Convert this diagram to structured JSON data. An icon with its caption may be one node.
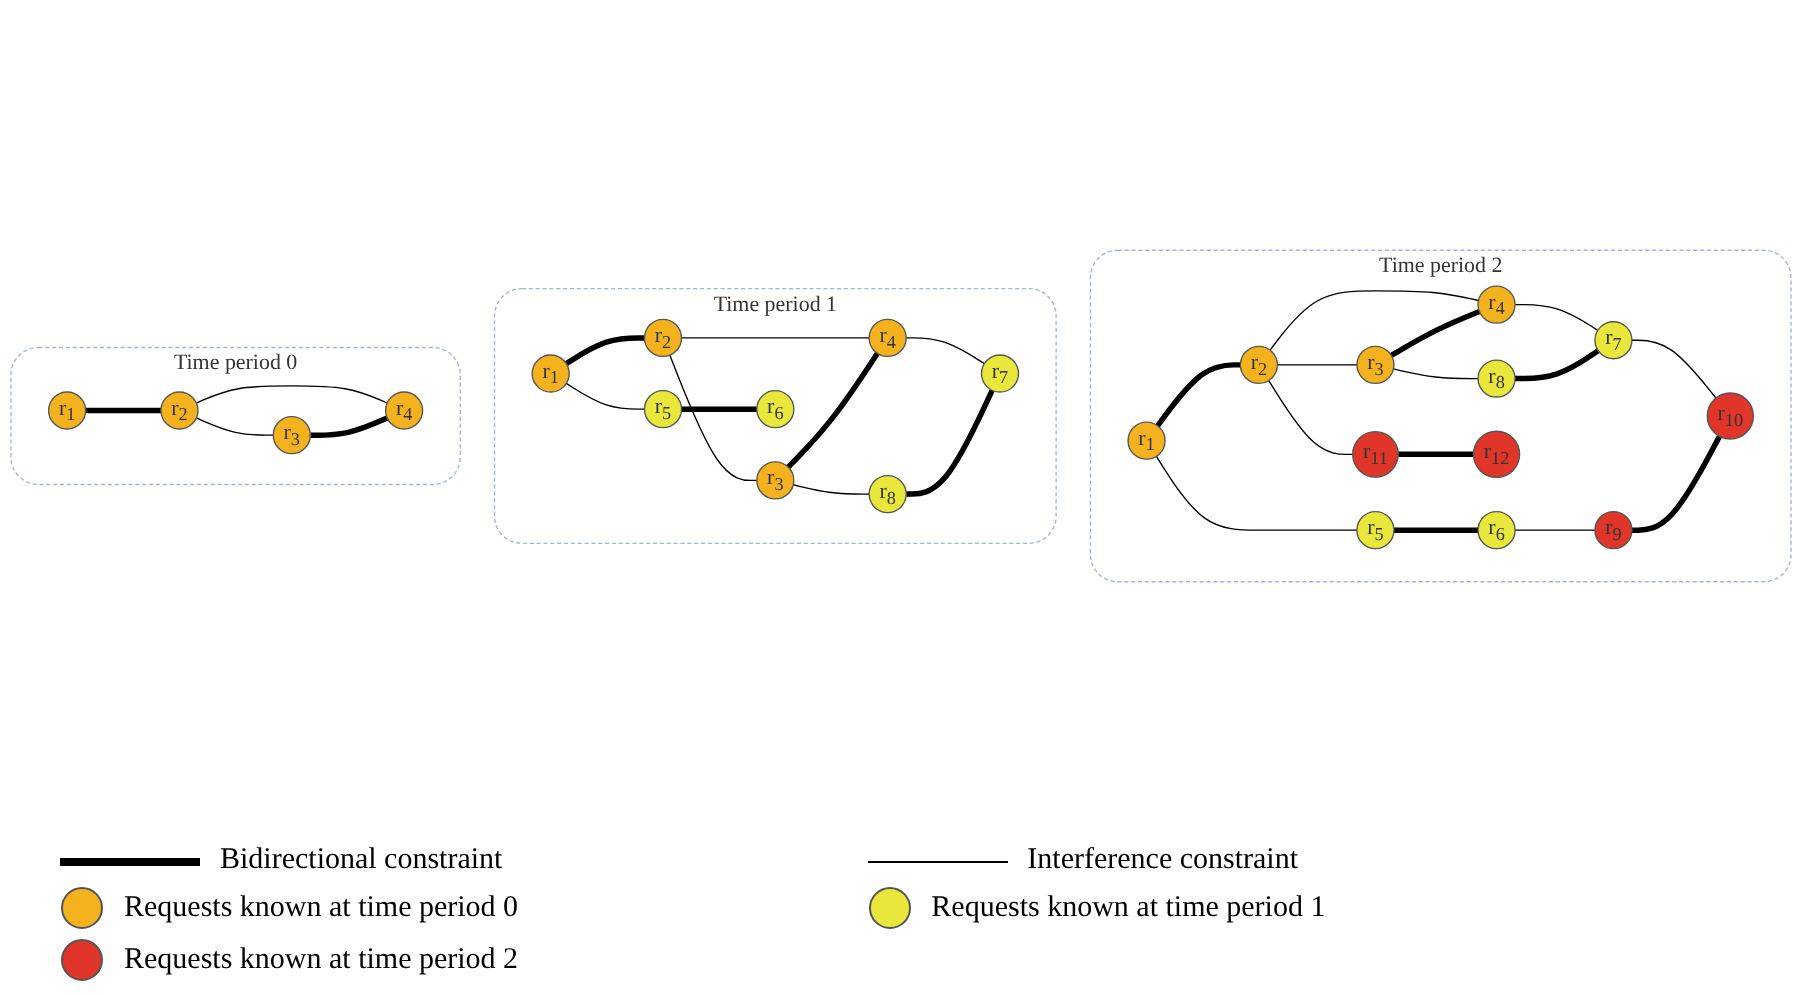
{
  "diagram": {
    "nodes": [
      {
        "text": [
          "Time period 0"
        ]
      },
      {
        "text": [
          "r$_{1}$"
        ],
        "in": 0
      },
      {
        "text": [
          "r$_{2}$"
        ],
        "in": 0
      },
      {
        "text": [
          "r$_{3}$"
        ],
        "in": 0
      },
      {
        "text": [
          "r$_{4}$"
        ],
        "in": 0
      },
      {
        "text": [
          "Time period 1"
        ]
      },
      {
        "text": [
          "r$_{1}$"
        ],
        "in": 5
      },
      {
        "text": [
          "r$_{2}$"
        ],
        "in": 5
      },
      {
        "text": [
          "r$_{3}$"
        ],
        "in": 5
      },
      {
        "text": [
          "r$_{4}$"
        ],
        "in": 5
      },
      {
        "text": [
          "r$_{5}$"
        ],
        "in": 5
      },
      {
        "text": [
          "r$_{6}$"
        ],
        "in": 5
      },
      {
        "text": [
          "r$_{8}$"
        ],
        "in": 5
      },
      {
        "text": [
          "r$_{7}$"
        ],
        "in": 5
      },
      {
        "text": [
          "Time period 2"
        ]
      },
      {
        "text": [
          "r$_{1}$"
        ],
        "in": 14
      },
      {
        "text": [
          "r$_{2}$"
        ],
        "in": 14
      },
      {
        "text": [
          "r$_{11}$"
        ],
        "in": 14
      },
      {
        "text": [
          "r$_{3}$"
        ],
        "in": 14
      },
      {
        "text": [
          "r$_{4}$"
        ],
        "in": 14
      },
      {
        "text": [
          "r$_{5}$"
        ],
        "in": 14
      },
      {
        "text": [
          "r$_{12}$"
        ],
        "in": 14
      },
      {
        "text": [
          "r$_{8}$"
        ],
        "in": 14
      },
      {
        "text": [
          "r$_{7}$"
        ],
        "in": 14
      },
      {
        "text": [
          "r$_{6}$"
        ],
        "in": 14
      },
      {
        "text": [
          "r$_{9}$"
        ],
        "in": 14
      },
      {
        "text": [
          "r$_{10}$"
        ],
        "in": 14
      }
    ],
    "edges": [
      {
        "from": 1,
        "to": 2,
        "arrow": "none",
        "style": "thick"
      },
      {
        "from": 2,
        "to": 3,
        "arrow": "none"
      },
      {
        "from": 2,
        "to": 4,
        "arrow": "none"
      },
      {
        "from": 3,
        "to": 4,
        "arrow": "none",
        "style": "thick"
      },
      {
        "from": 6,
        "to": 7,
        "arrow": "none",
        "style": "thick"
      },
      {
        "from": 6,
        "to": 10,
        "arrow": "none"
      },
      {
        "from": 7,
        "to": 8,
        "arrow": "none"
      },
      {
        "from": 7,
        "to": 9,
        "arrow": "none"
      },
      {
        "from": 8,
        "to": 9,
        "arrow": "none",
        "style": "thick"
      },
      {
        "from": 8,
        "to": 12,
        "arrow": "none"
      },
      {
        "from": 9,
        "to": 13,
        "arrow": "none"
      },
      {
        "from": 10,
        "to": 11,
        "arrow": "none",
        "style": "thick"
      },
      {
        "from": 12,
        "to": 13,
        "arrow": "none",
        "style": "thick"
      },
      {
        "from": 15,
        "to": 16,
        "arrow": "none",
        "style": "thick"
      },
      {
        "from": 15,
        "to": 20,
        "arrow": "none"
      },
      {
        "from": 16,
        "to": 18,
        "arrow": "none"
      },
      {
        "from": 16,
        "to": 19,
        "arrow": "none"
      },
      {
        "from": 16,
        "to": 17,
        "arrow": "none"
      },
      {
        "from": 18,
        "to": 19,
        "arrow": "none",
        "style": "thick"
      },
      {
        "from": 18,
        "to": 22,
        "arrow": "none"
      },
      {
        "from": 19,
        "to": 23,
        "arrow": "none"
      },
      {
        "from": 17,
        "to": 21,
        "arrow": "none",
        "style": "thick"
      },
      {
        "from": 20,
        "to": 24,
        "arrow": "none",
        "style": "thick"
      },
      {
        "from": 22,
        "to": 23,
        "arrow": "none",
        "style": "thick"
      },
      {
        "from": 23,
        "to": 26,
        "arrow": "none"
      },
      {
        "from": 24,
        "to": 25,
        "arrow": "none"
      },
      {
        "from": 25,
        "to": 26,
        "arrow": "none",
        "style": "thick"
      }
    ],
    "legend": [
      {
        "text": "Bidirectional constraint"
      },
      {
        "text": "Interference constraint"
      },
      {
        "text": "Requests known at time period 0",
        "color": "#f5b21f"
      },
      {
        "text": "Requests known at time period 1",
        "color": "#e9e73c"
      },
      {
        "text": "Requests known at time period 2",
        "color": "#e0362a"
      }
    ]
  }
}
